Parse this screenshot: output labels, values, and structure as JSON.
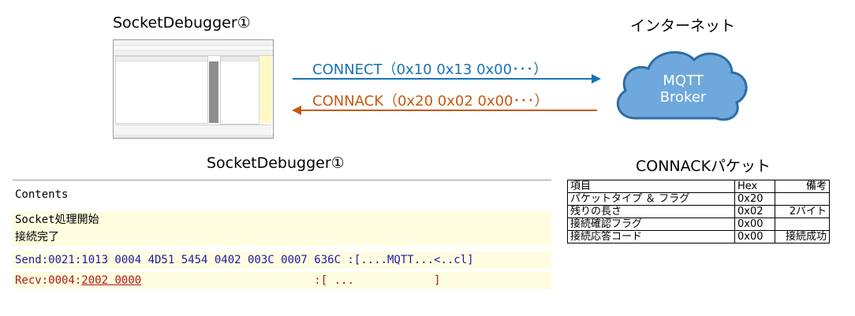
{
  "diagram": {
    "device_title": "SocketDebugger①",
    "internet_title": "インターネット",
    "broker_label_line1": "MQTT",
    "broker_label_line2": "Broker",
    "connect_label": "CONNECT（0x10 0x13 0x00･･･）",
    "connack_label": "CONNACK（0x20 0x02 0x00･･･）",
    "colors": {
      "connect": "#1874b4",
      "connack": "#c55a11",
      "cloud_fill": "#6fa8dc",
      "cloud_stroke": "#2e6da4"
    }
  },
  "log_panel": {
    "title": "SocketDebugger①",
    "header": "Contents",
    "rows": [
      "Socket処理開始",
      "接続完了",
      "Send:0021:1013 0004 4D51 5454 0402 003C 0007 636C :[....MQTT...<..cl]",
      "Recv:0004:",
      "2002 0000",
      "                          :[ ...            ]"
    ]
  },
  "connack_table": {
    "title": "CONNACKパケット",
    "headers": [
      "項目",
      "Hex",
      "備考"
    ],
    "rows": [
      [
        "パケットタイプ ＆ フラグ",
        "0x20",
        ""
      ],
      [
        "残りの長さ",
        "0x02",
        "2バイト"
      ],
      [
        "接続確認フラグ",
        "0x00",
        ""
      ],
      [
        "接続応答コード",
        "0x00",
        "接続成功"
      ]
    ]
  }
}
